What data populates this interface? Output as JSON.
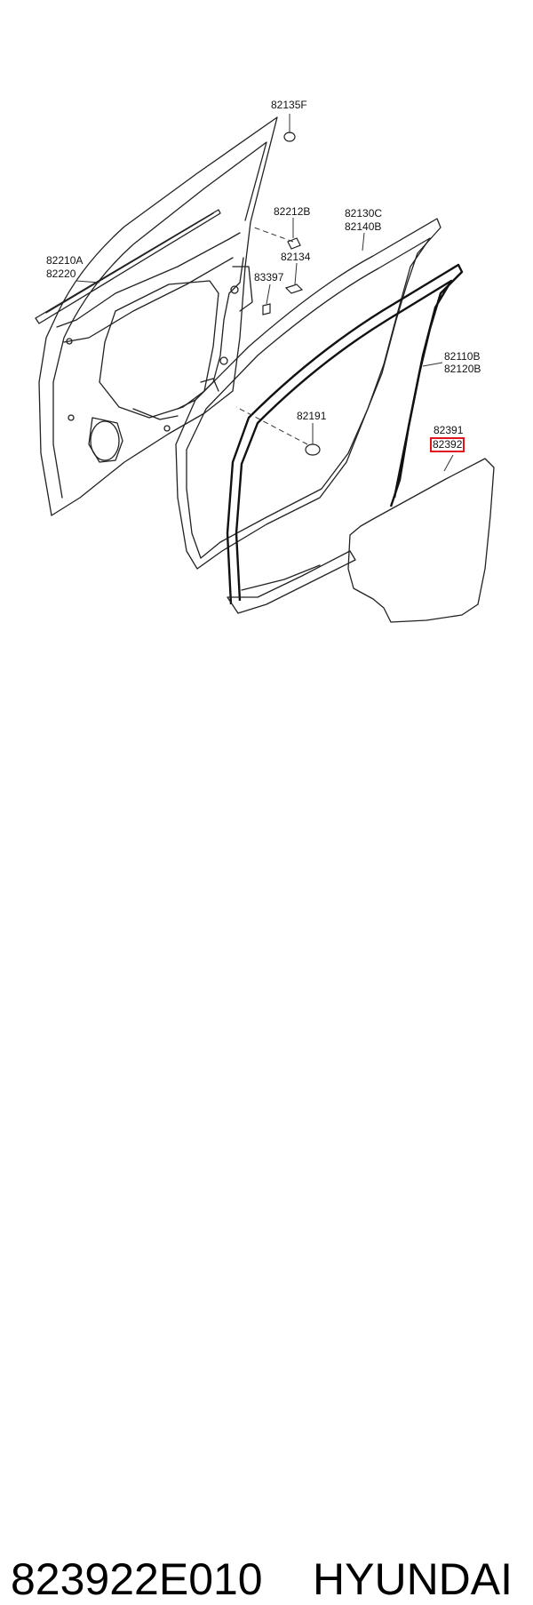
{
  "labels": {
    "l82135f": "82135F",
    "l82212b": "82212B",
    "l82130c": "82130C",
    "l82140b": "82140B",
    "l82134": "82134",
    "l83397": "83397",
    "l82210a": "82210A",
    "l82220": "82220",
    "l82110b": "82110B",
    "l82120b": "82120B",
    "l82191": "82191",
    "l82391": "82391",
    "l82392": "82392"
  },
  "highlight_color": "#e0141e",
  "caption": {
    "part_number": "823922E010",
    "brand": "HYUNDAI"
  }
}
